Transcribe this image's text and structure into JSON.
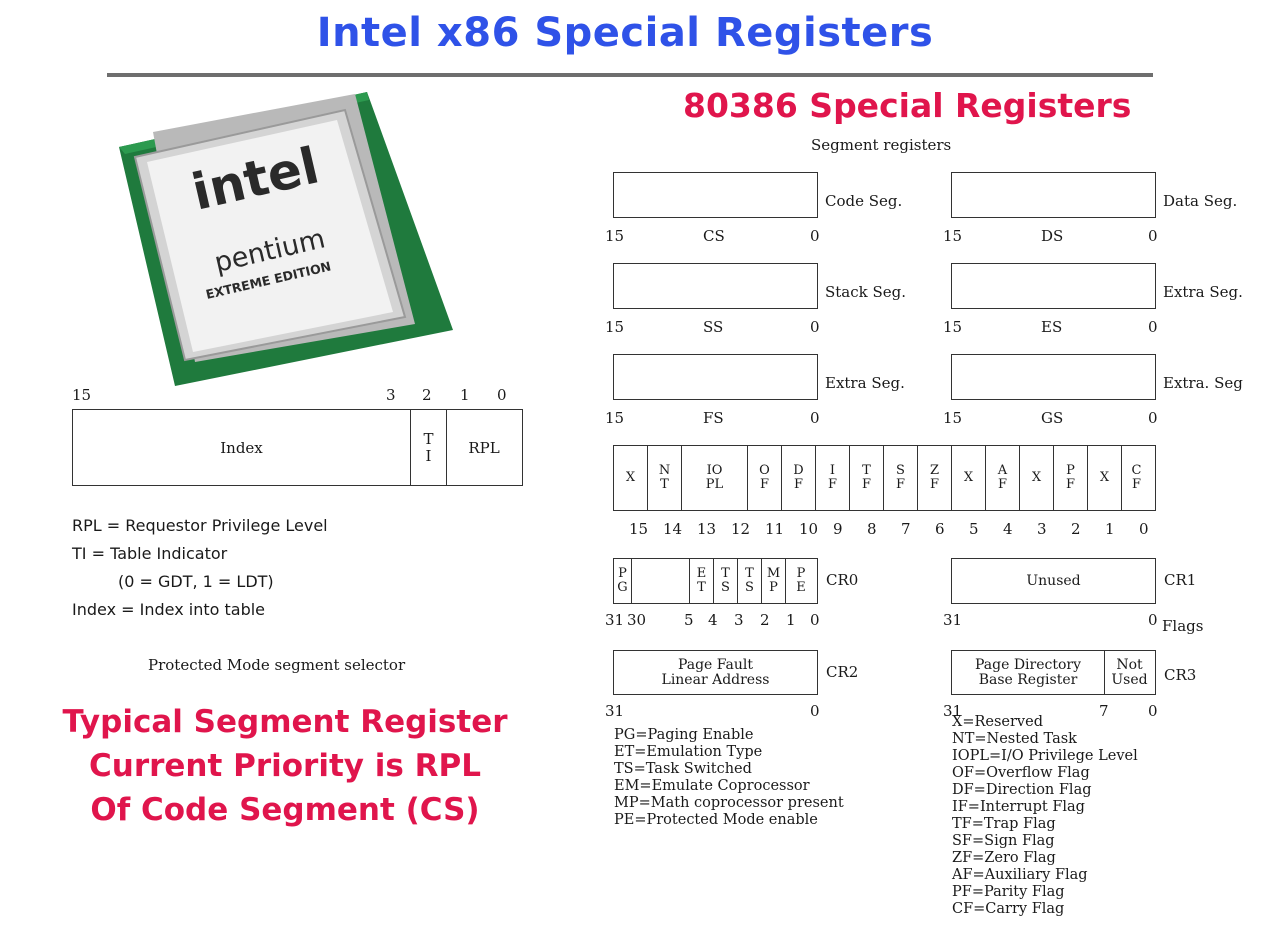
{
  "title": "Intel x86 Special Registers",
  "subtitle": "80386 Special Registers",
  "chip": {
    "brand": "intel",
    "product": "pentium",
    "edition": "EXTREME EDITION",
    "colors": {
      "substrate": "#1f7a3d",
      "lid": "#e8e8e8",
      "brand": "#2a2a2a"
    }
  },
  "selector": {
    "bit_labels": [
      "15",
      "3",
      "2",
      "1",
      "0"
    ],
    "fields": [
      "Index",
      "T\nI",
      "RPL"
    ],
    "definitions": [
      "RPL = Requestor Privilege Level",
      "TI = Table Indicator",
      "(0 = GDT, 1 = LDT)",
      "Index = Index into table"
    ],
    "caption": "Protected Mode segment selector"
  },
  "callout": [
    "Typical Segment Register",
    "Current Priority is RPL",
    "Of Code Segment (CS)"
  ],
  "segment_header": "Segment registers",
  "segments": [
    {
      "label": "Code Seg.",
      "reg": "CS",
      "hi": "15",
      "lo": "0"
    },
    {
      "label": "Data Seg.",
      "reg": "DS",
      "hi": "15",
      "lo": "0"
    },
    {
      "label": "Stack Seg.",
      "reg": "SS",
      "hi": "15",
      "lo": "0"
    },
    {
      "label": "Extra Seg.",
      "reg": "ES",
      "hi": "15",
      "lo": "0"
    },
    {
      "label": "Extra Seg.",
      "reg": "FS",
      "hi": "15",
      "lo": "0"
    },
    {
      "label": "Extra. Seg",
      "reg": "GS",
      "hi": "15",
      "lo": "0"
    }
  ],
  "eflags": {
    "cells": [
      "X",
      "N\nT",
      "IO\nPL",
      "O\nF",
      "D\nF",
      "I\nF",
      "T\nF",
      "S\nF",
      "Z\nF",
      "X",
      "A\nF",
      "X",
      "P\nF",
      "X",
      "C\nF"
    ],
    "bits": [
      "15",
      "14",
      "13",
      "12",
      "11",
      "10",
      "9",
      "8",
      "7",
      "6",
      "5",
      "4",
      "3",
      "2",
      "1",
      "0"
    ]
  },
  "cr0": {
    "name": "CR0",
    "cells": [
      "P\nG",
      "",
      "E\nT",
      "T\nS",
      "T\nS",
      "M\nP",
      "P\nE"
    ],
    "bits": [
      "31",
      "30",
      "5",
      "4",
      "3",
      "2",
      "1",
      "0"
    ]
  },
  "cr1": {
    "name": "CR1",
    "content": "Unused",
    "hi": "31",
    "lo": "0",
    "flags": "Flags"
  },
  "cr2": {
    "name": "CR2",
    "content": "Page Fault\nLinear Address",
    "hi": "31",
    "lo": "0"
  },
  "cr3": {
    "name": "CR3",
    "content": "Page Directory\nBase Register",
    "tail": "Not\nUsed",
    "hi": "31",
    "mid": "7",
    "lo": "0"
  },
  "cr_legend": [
    "PG=Paging Enable",
    "ET=Emulation Type",
    "TS=Task Switched",
    "EM=Emulate Coprocessor",
    "MP=Math coprocessor present",
    "PE=Protected Mode enable"
  ],
  "flag_legend": [
    "X=Reserved",
    "NT=Nested Task",
    "IOPL=I/O Privilege Level",
    "OF=Overflow Flag",
    "DF=Direction Flag",
    "IF=Interrupt Flag",
    "TF=Trap Flag",
    "SF=Sign Flag",
    "ZF=Zero Flag",
    "AF=Auxiliary Flag",
    "PF=Parity Flag",
    "CF=Carry Flag"
  ]
}
